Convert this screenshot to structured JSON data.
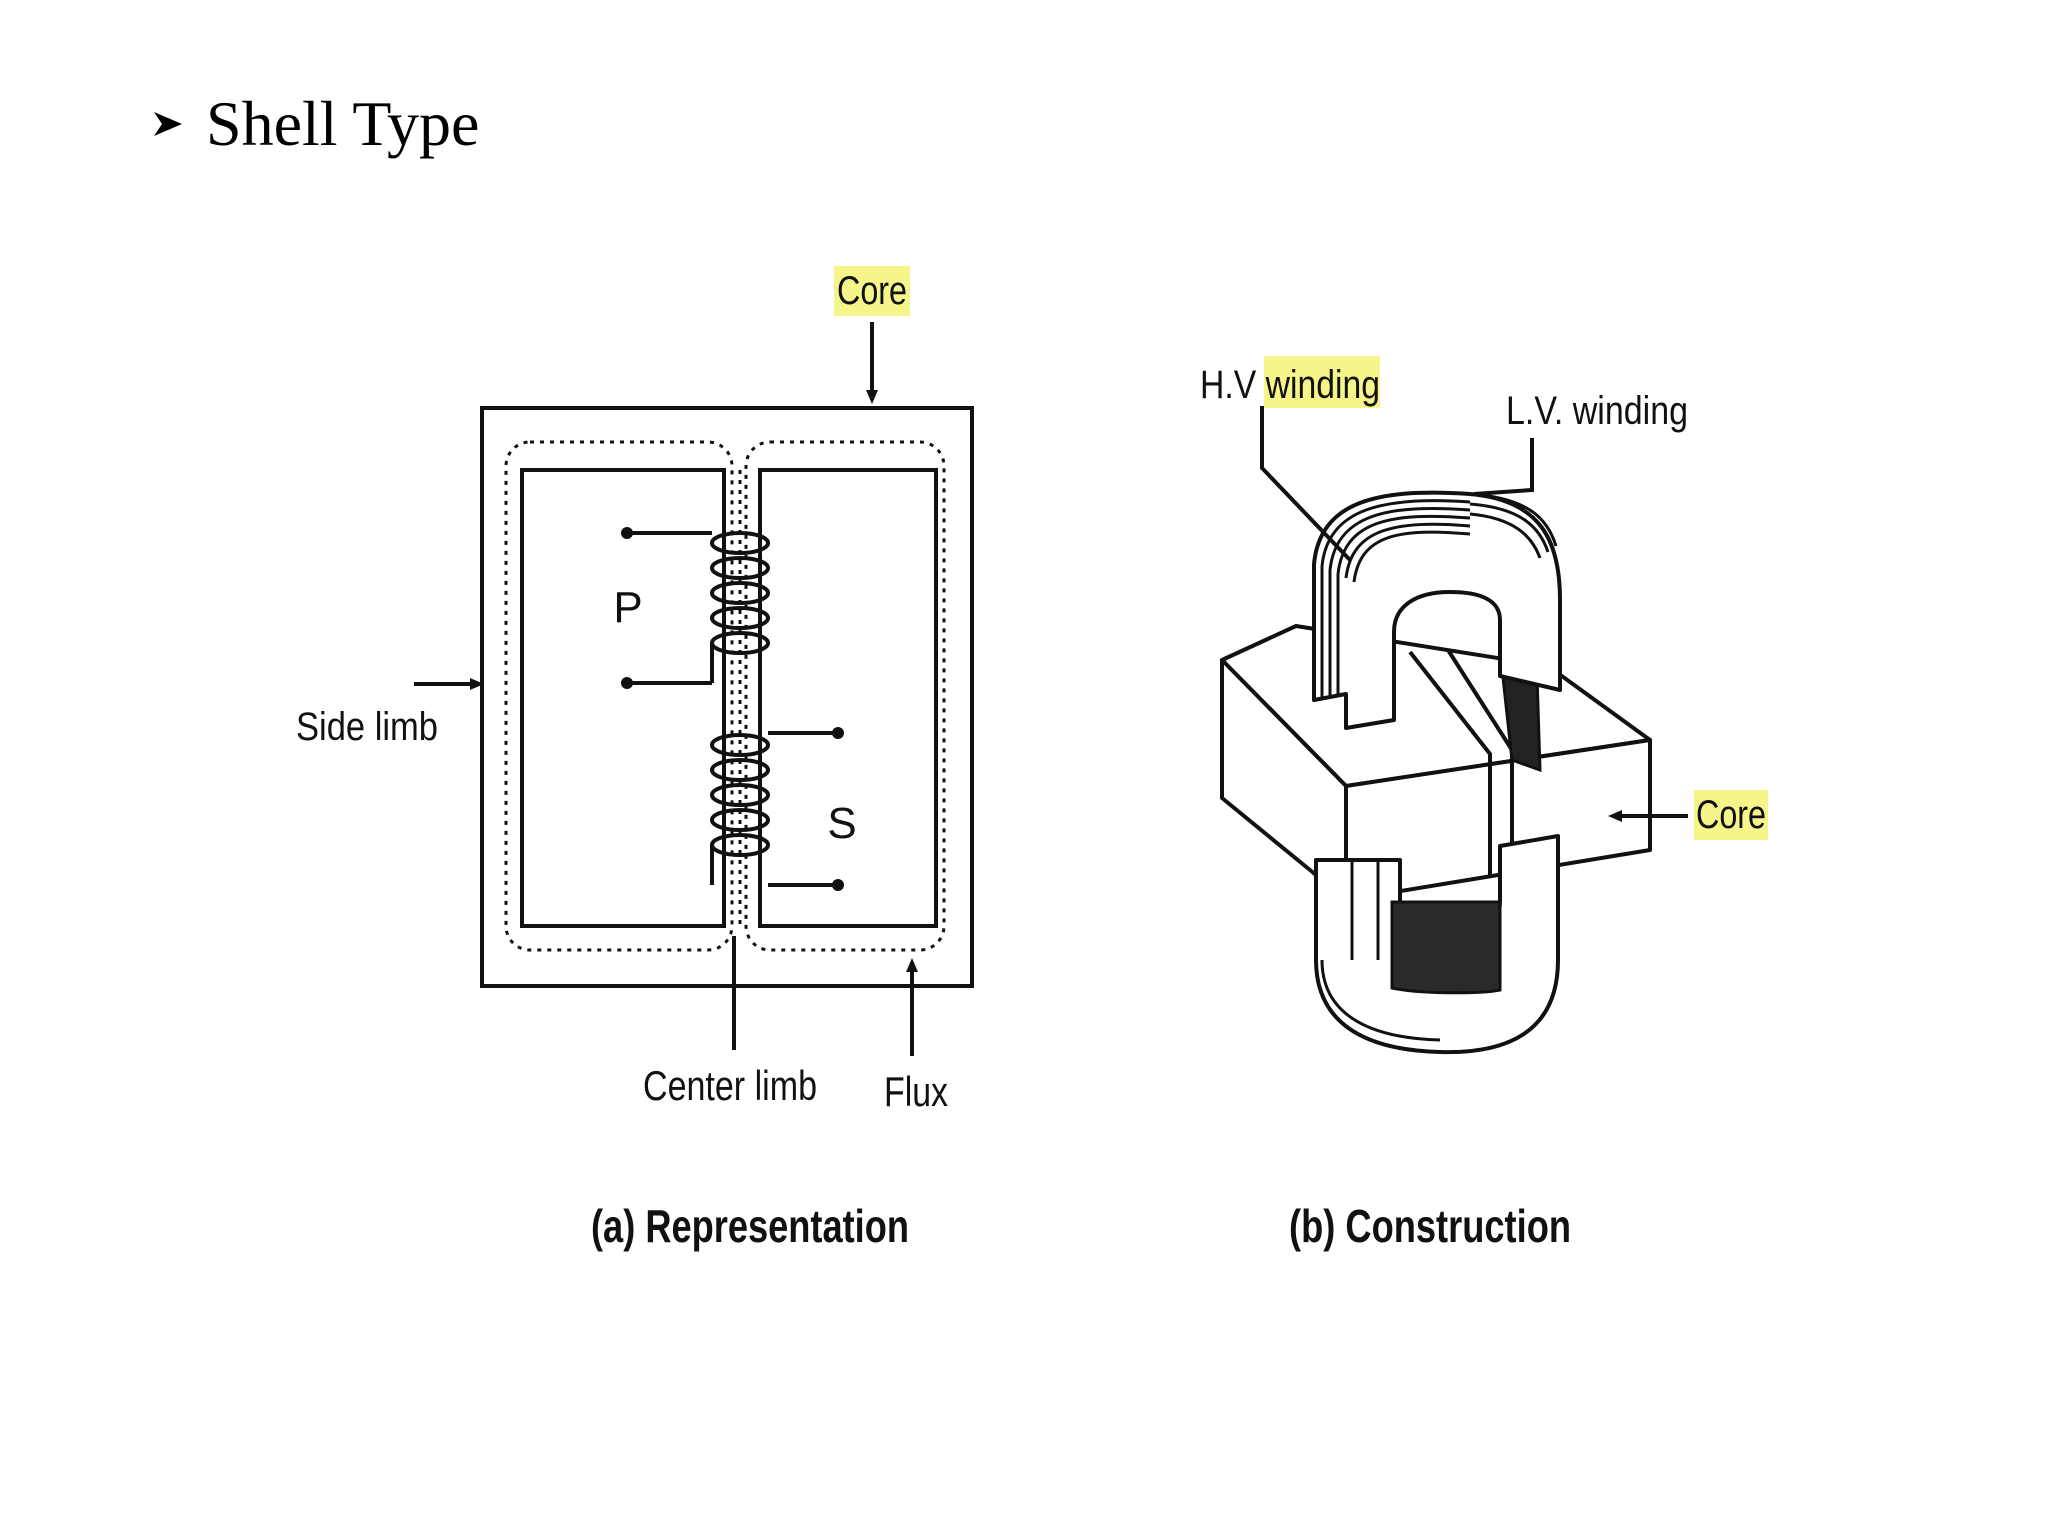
{
  "slide": {
    "title": "Shell Type"
  },
  "representation": {
    "label_core": "Core",
    "label_side_limb": "Side limb",
    "label_center_limb": "Center limb",
    "label_flux": "Flux",
    "label_primary": "P",
    "label_secondary": "S",
    "caption": "(a) Representation"
  },
  "construction": {
    "label_hv_winding": "H.V winding",
    "label_lv_winding": "L.V. winding",
    "label_core": "Core",
    "caption": "(b) Construction"
  },
  "colors": {
    "highlight": "#f5f58a",
    "ink": "#111111"
  }
}
